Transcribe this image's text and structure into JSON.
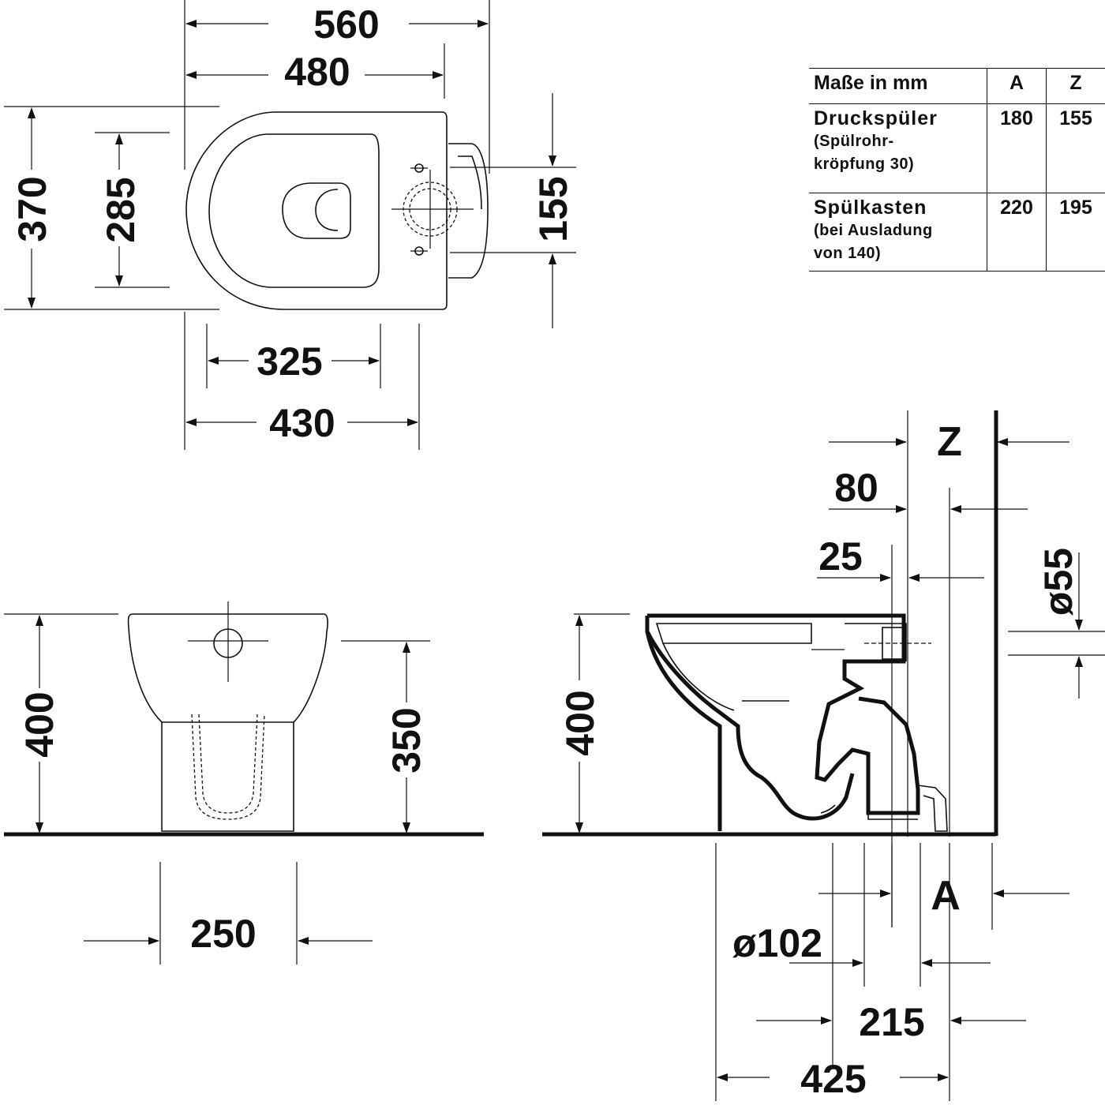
{
  "top_view": {
    "dims": {
      "overall_length": "560",
      "length_480": "480",
      "overall_width": "370",
      "inner_width": "285",
      "outlet_spacing": "155",
      "rim_length": "325",
      "bowl_length": "430"
    }
  },
  "front_view": {
    "dims": {
      "height": "400",
      "rim_height": "350",
      "foot_width": "250"
    }
  },
  "side_view": {
    "dims": {
      "height": "400",
      "z": "Z",
      "d80": "80",
      "d25": "25",
      "pipe_diameter": "ø55",
      "a": "A",
      "outlet_diameter": "ø102",
      "d215": "215",
      "d425": "425"
    }
  },
  "table": {
    "header": {
      "label": "Maße in mm",
      "col_a": "A",
      "col_z": "Z"
    },
    "rows": [
      {
        "name": "Druckspüler",
        "note": "(Spülrohr-kröpfung 30)",
        "a": "180",
        "z": "155"
      },
      {
        "name": "Spülkasten",
        "note": "(bei Ausladung von 140)",
        "a": "220",
        "z": "195"
      }
    ]
  }
}
